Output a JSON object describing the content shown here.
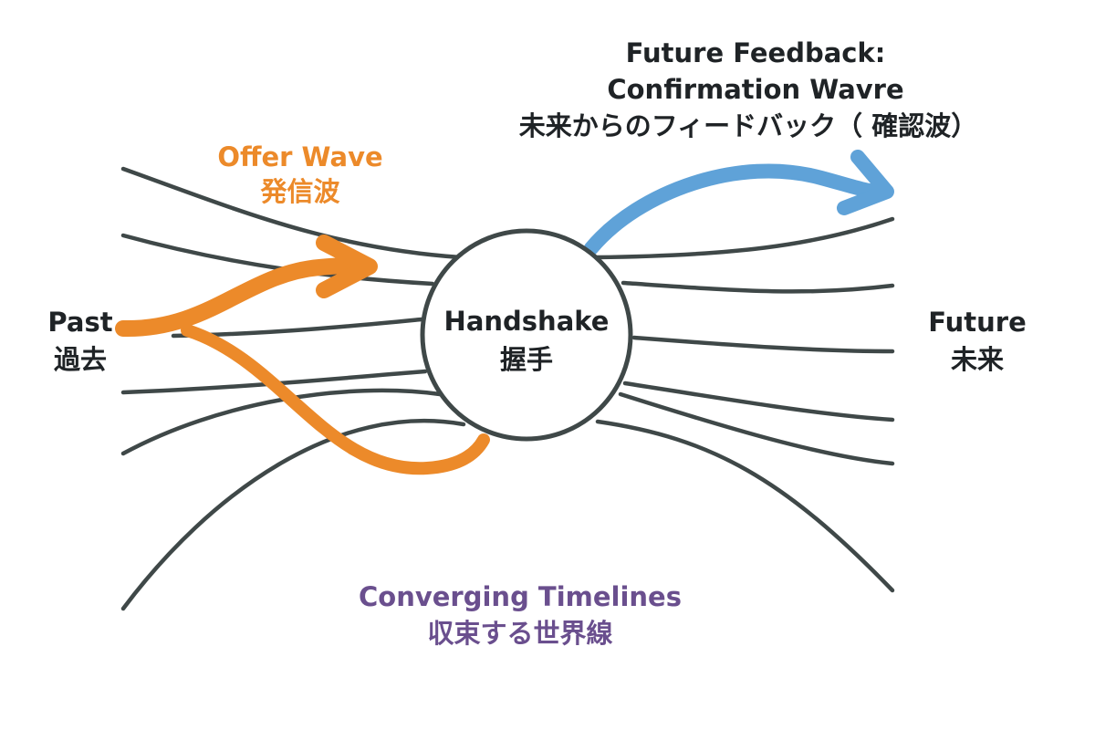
{
  "colors": {
    "timeline": "#3f4848",
    "offer_wave": "#ec8a2a",
    "confirmation_wave": "#5fa2d8",
    "label_dark": "#1f2326",
    "label_offer": "#ec8a2a",
    "label_converging": "#6a4f8e",
    "background": "#ffffff"
  },
  "labels": {
    "past": {
      "en": "Past",
      "ja": "過去"
    },
    "future": {
      "en": "Future",
      "ja": "未来"
    },
    "handshake": {
      "en": "Handshake",
      "ja": "握手"
    },
    "offer_wave": {
      "en": "Offer Wave",
      "ja": "発信波"
    },
    "future_feedback": {
      "line1": "Future Feedback:",
      "line2": "Confirmation Wavre",
      "line3": "未来からのフィードバック（ 確認波）"
    },
    "converging": {
      "en": "Converging Timelines",
      "ja": "収束する世界線"
    }
  },
  "icons": {
    "offer_arrow": "arrow-right-icon",
    "confirmation_arrow": "arrow-right-icon"
  }
}
